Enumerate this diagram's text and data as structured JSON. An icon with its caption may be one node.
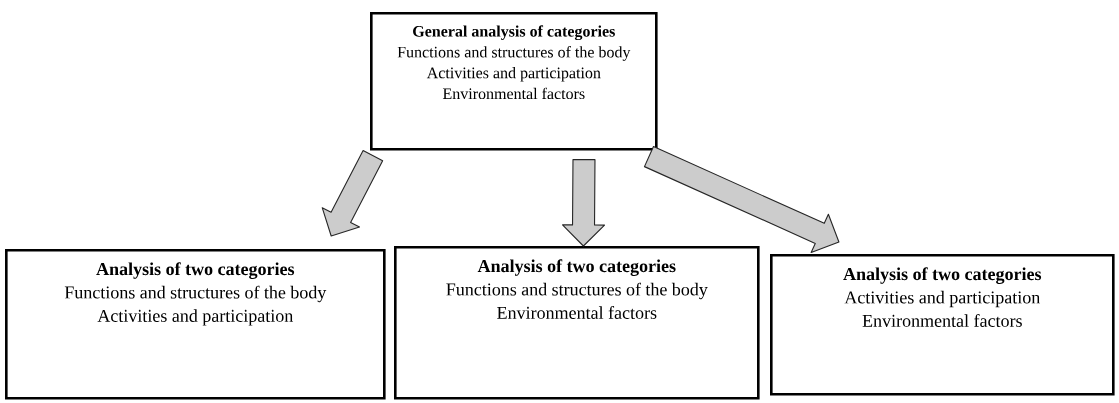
{
  "diagram": {
    "nodes": [
      {
        "text": [
          "General analysis of categories",
          "Functions and structures of the body",
          "Activities and participation",
          "Environmental factors"
        ]
      },
      {
        "text": [
          "Analysis of two categories",
          "Functions and structures of the body",
          "Activities and participation"
        ]
      },
      {
        "text": [
          "Analysis of two categories",
          "Functions and structures of the body",
          "Environmental factors"
        ]
      },
      {
        "text": [
          "Analysis of two categories",
          "Activities and participation",
          "Environmental factors"
        ]
      }
    ],
    "edges": [
      {
        "from": 0,
        "to": 1,
        "arrow": "to"
      },
      {
        "from": 0,
        "to": 2,
        "arrow": "to"
      },
      {
        "from": 0,
        "to": 3,
        "arrow": "to"
      }
    ]
  }
}
